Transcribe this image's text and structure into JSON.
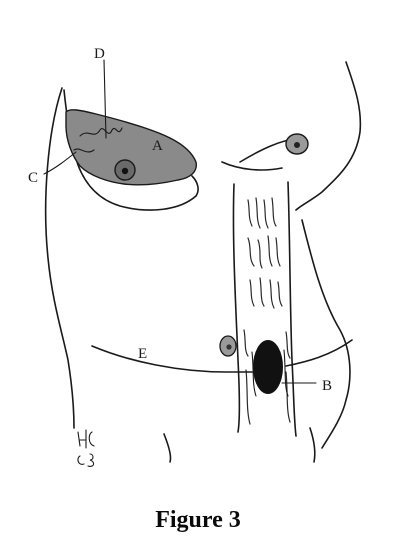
{
  "figure": {
    "caption": "Figure 3",
    "labels": {
      "a": "A",
      "b": "B",
      "c": "C",
      "d": "D",
      "e": "E"
    },
    "artist_initials": "H.C. 03",
    "colors": {
      "ink": "#1a1a1a",
      "flap_shade": "#8a8a8a",
      "umbilicus_shade": "#9a9a9a",
      "stoma_mark": "#111111",
      "background": "#ffffff"
    }
  }
}
